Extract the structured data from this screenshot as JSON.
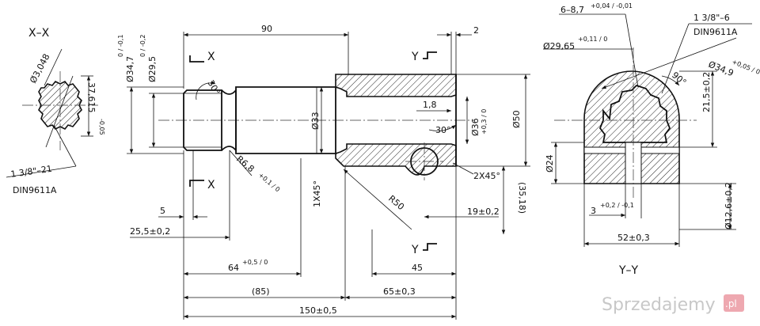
{
  "views": {
    "section_xx": "X–X",
    "section_yy": "Y–Y",
    "cut_x_top": "X",
    "cut_x_bottom": "X",
    "cut_y_top": "Y",
    "cut_y_bottom": "Y"
  },
  "spline_view": {
    "d1": "Ø3,048",
    "d2": "37,615",
    "d2_tol": "-0,05",
    "thread": "1 3/8\"–21",
    "std": "DIN9611A"
  },
  "main_view": {
    "d_34_7": "Ø34,7",
    "d_34_7_tol": "0 / -0,1",
    "d_29_5": "Ø29,5",
    "d_29_5_tol": "0 / -0,2",
    "len_90": "90",
    "len_2": "2",
    "angle_30a": "30°",
    "angle_30b": "30°",
    "d_33": "Ø33",
    "d_1_8": "1,8",
    "d_36": "Ø36",
    "d_36_tol": "+0,3 / 0",
    "d_50": "Ø50",
    "r_6_8": "R6,8",
    "r_6_8_tol": "+0,1 / 0",
    "chamfer_1": "1X45°",
    "chamfer_2": "2X45°",
    "r_50": "R50",
    "len_19": "19±0,2",
    "len_35_18": "(35,18)",
    "len_5": "5",
    "len_25_5": "25,5±0,2",
    "len_64": "64",
    "len_64_tol": "+0,5 / 0",
    "len_45": "45",
    "len_85": "(85)",
    "len_65": "65±0,3",
    "len_150": "150±0,5"
  },
  "side_view": {
    "groove": "6–8,7",
    "groove_tol": "+0,04 / -0,01",
    "thread": "1 3/8\"–6",
    "std": "DIN9611A",
    "d_29_65": "Ø29,65",
    "d_29_65_tol": "+0,11 / 0",
    "d_34_9": "Ø34,9",
    "d_34_9_tol": "+0,05 / 0",
    "angle_90": "90°",
    "len_21_5": "21,5±0,2",
    "d_24": "Ø24",
    "len_3": "3",
    "len_3_tol": "+0,2 / -0,1",
    "d_12_6": "Ø12,6±0,2",
    "len_52": "52±0,3"
  },
  "watermark": {
    "text": "Sprzedajemy",
    "suffix": ".pl"
  }
}
